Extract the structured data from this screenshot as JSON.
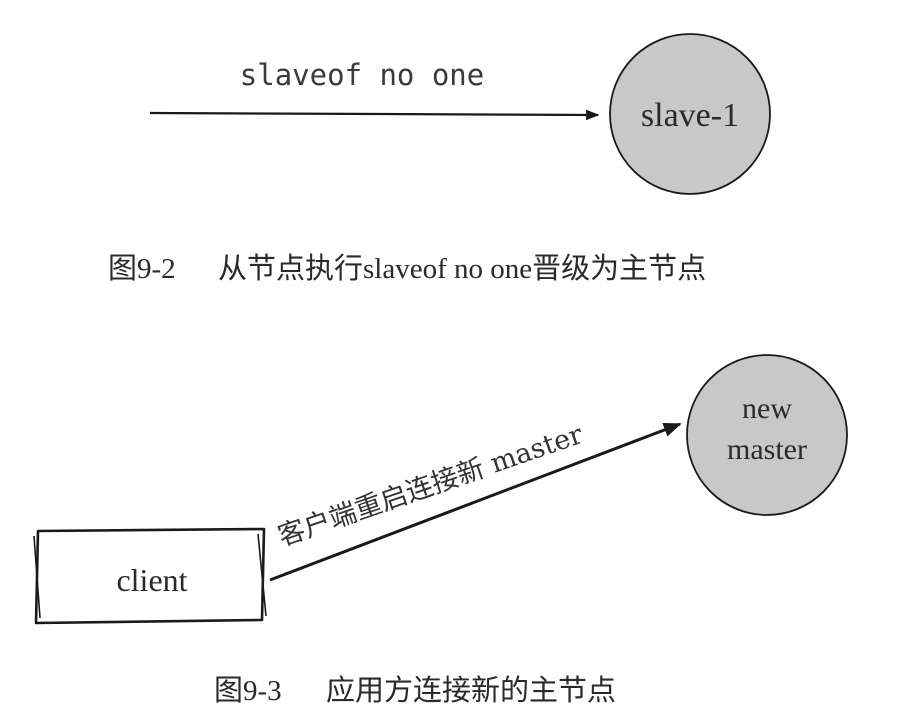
{
  "colors": {
    "node_fill": "#c8c8c8",
    "line": "#1a1a1a",
    "text": "#2a2a2a"
  },
  "figure_9_2": {
    "command_label": "slaveof no one",
    "node_label": "slave-1",
    "caption_number": "图9-2",
    "caption_text": "从节点执行slaveof no one晋级为主节点"
  },
  "figure_9_3": {
    "client_label": "client",
    "edge_label": "客户端重启连接新 master",
    "node_label_line1": "new",
    "node_label_line2": "master",
    "caption_number": "图9-3",
    "caption_text": "应用方连接新的主节点"
  }
}
